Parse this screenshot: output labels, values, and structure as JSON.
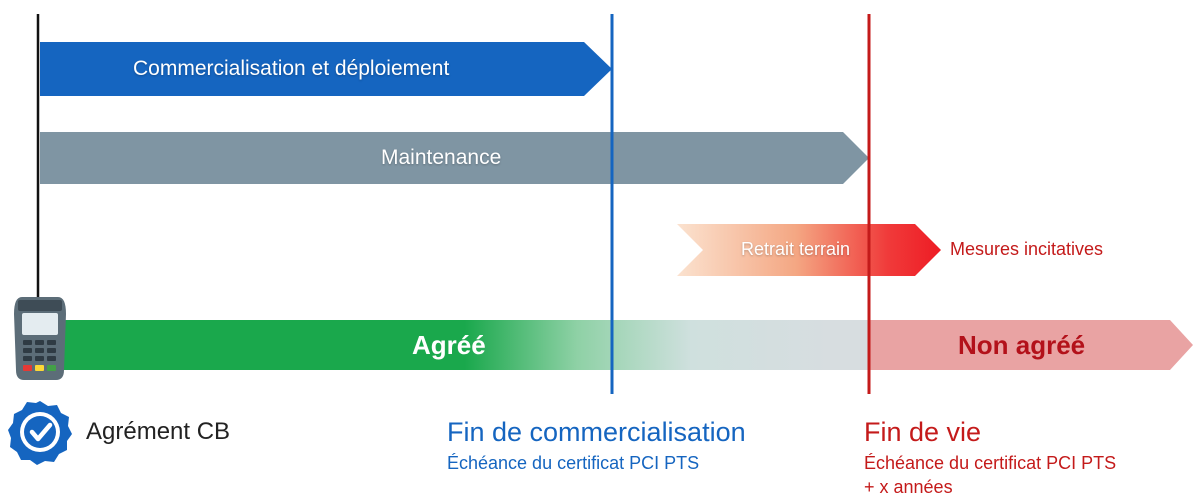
{
  "colors": {
    "blue": "#1565c0",
    "gray": "#7f95a3",
    "green": "#1aa84c",
    "red": "#c41a1a",
    "pink": "#e9a3a3",
    "dark_red_text": "#b3111a"
  },
  "bars": {
    "commercialisation": "Commercialisation et déploiement",
    "maintenance": "Maintenance",
    "retrait": "Retrait terrain",
    "mesures": "Mesures incitatives"
  },
  "status": {
    "agree": "Agréé",
    "non_agree": "Non agréé"
  },
  "agrement": {
    "label": "Agrément CB",
    "icon": "badge-check-icon",
    "device_icon": "payment-terminal-icon"
  },
  "milestones": {
    "fin_commercialisation": {
      "title": "Fin de commercialisation",
      "subtitle": "Échéance du certificat PCI PTS"
    },
    "fin_de_vie": {
      "title": "Fin de vie",
      "subtitle": "Échéance du certificat PCI PTS",
      "subtitle2": "+ x années"
    }
  }
}
